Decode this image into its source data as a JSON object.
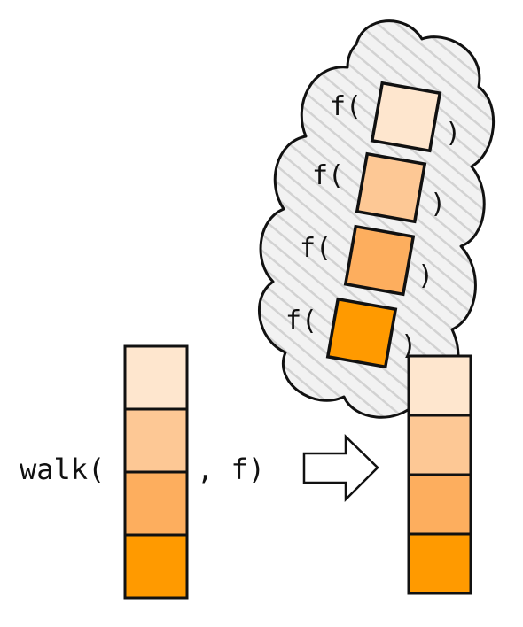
{
  "expression": {
    "call": "walk(",
    "separator": ", f)"
  },
  "thought_bubble": {
    "calls": [
      {
        "open": "f(",
        "close": ")",
        "color": "#FEE6CE"
      },
      {
        "open": "f(",
        "close": ")",
        "color": "#FDC895"
      },
      {
        "open": "f(",
        "close": ")",
        "color": "#FDAE5E"
      },
      {
        "open": "f(",
        "close": ")",
        "color": "#FF9A00"
      }
    ]
  },
  "colors": {
    "shade_1": "#FEE6CE",
    "shade_2": "#FDC895",
    "shade_3": "#FDAE5E",
    "shade_4": "#FF9A00",
    "outline": "#111111",
    "bubble_fill": "#F2F2F2",
    "hatch": "#D4D4D4"
  },
  "input_vector": {
    "cells": [
      "#FEE6CE",
      "#FDC895",
      "#FDAE5E",
      "#FF9A00"
    ]
  },
  "output_vector": {
    "cells": [
      "#FEE6CE",
      "#FDC895",
      "#FDAE5E",
      "#FF9A00"
    ]
  },
  "arrow": {
    "direction": "right"
  }
}
